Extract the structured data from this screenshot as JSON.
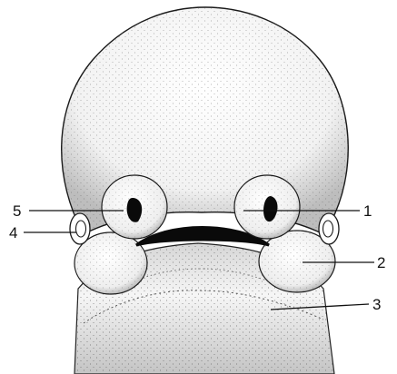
{
  "figure": {
    "colors": {
      "ink": "#111111",
      "paper": "#ffffff"
    },
    "callouts": [
      {
        "id": "1",
        "label": "1"
      },
      {
        "id": "2",
        "label": "2"
      },
      {
        "id": "3",
        "label": "3"
      },
      {
        "id": "4",
        "label": "4"
      },
      {
        "id": "5",
        "label": "5"
      }
    ]
  }
}
